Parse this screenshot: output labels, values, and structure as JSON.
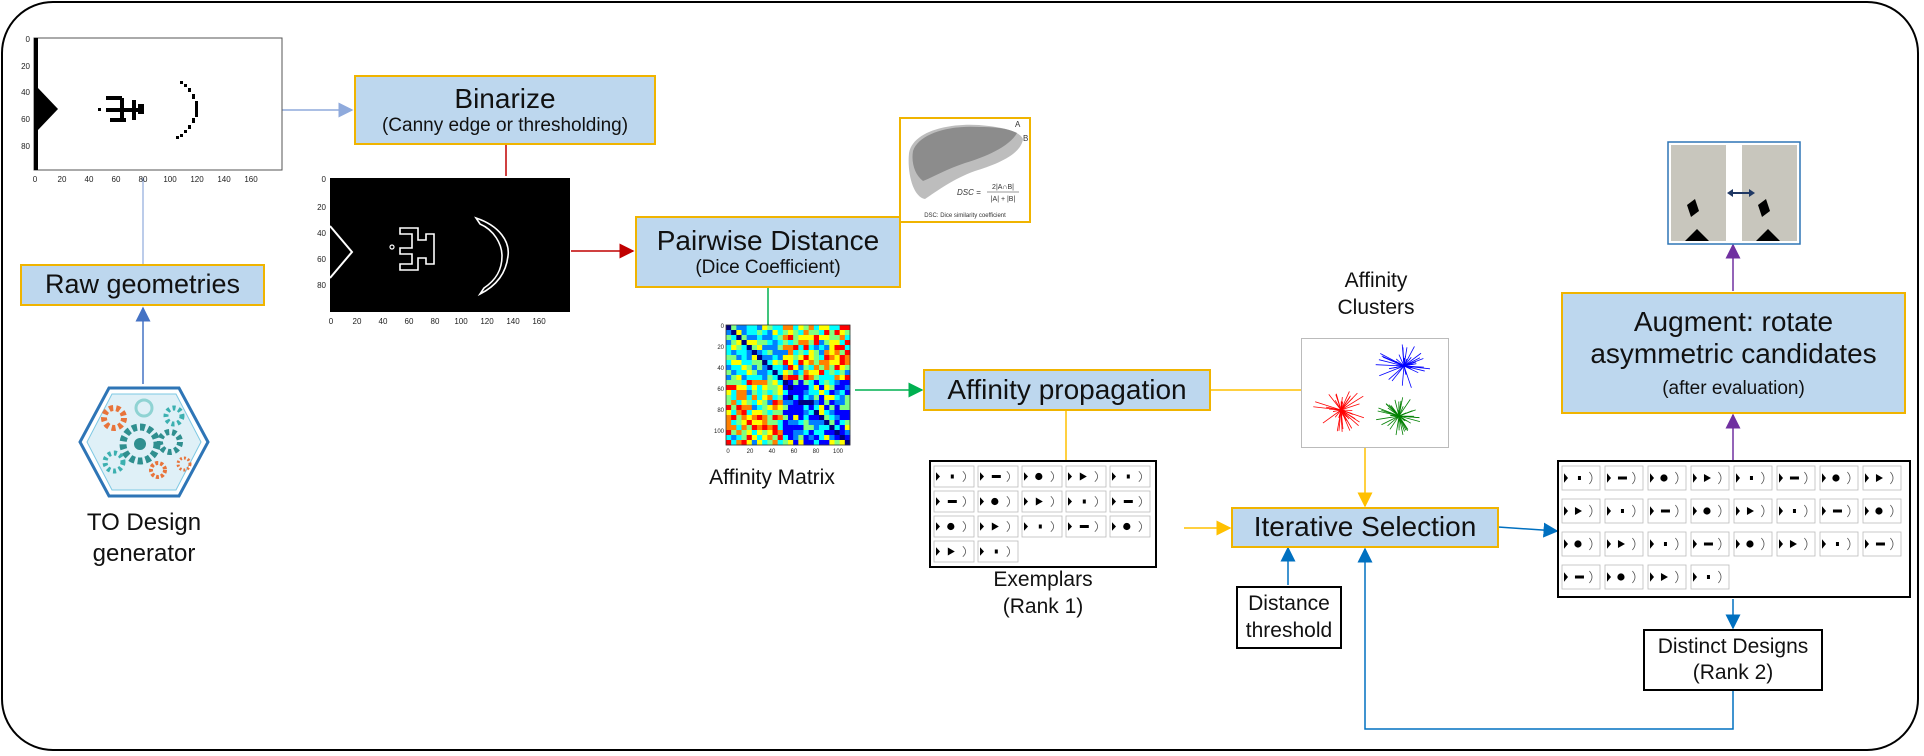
{
  "nodes": {
    "raw": {
      "label": "Raw geometries"
    },
    "binarize": {
      "title": "Binarize",
      "subtitle": "(Canny edge or thresholding)"
    },
    "pairwise": {
      "title": "Pairwise Distance",
      "subtitle": "(Dice Coefficient)"
    },
    "affinity_prop": {
      "label": "Affinity propagation"
    },
    "iterative": {
      "label": "Iterative Selection"
    },
    "augment": {
      "line1": "Augment: rotate",
      "line2": "asymmetric candidates",
      "line3": "(after evaluation)"
    },
    "distance_threshold": {
      "line1": "Distance",
      "line2": "threshold"
    },
    "distinct_designs": {
      "line1": "Distinct Designs",
      "line2": "(Rank 2)"
    }
  },
  "captions": {
    "to_design_1": "TO Design",
    "to_design_2": "generator",
    "affinity_matrix": "Affinity Matrix",
    "affinity_clusters_1": "Affinity",
    "affinity_clusters_2": "Clusters",
    "exemplars_1": "Exemplars",
    "exemplars_2": "(Rank 1)"
  },
  "plots": {
    "raw_plot": {
      "y_ticks": [
        "0",
        "20",
        "40",
        "60",
        "80"
      ],
      "x_ticks": [
        "0",
        "20",
        "40",
        "60",
        "80",
        "100",
        "120",
        "140",
        "160"
      ]
    },
    "binary_plot": {
      "y_ticks": [
        "0",
        "20",
        "40",
        "60",
        "80"
      ],
      "x_ticks": [
        "0",
        "20",
        "40",
        "60",
        "80",
        "100",
        "120",
        "140",
        "160"
      ]
    },
    "matrix_plot": {
      "y_ticks": [
        "0",
        "20",
        "40",
        "60",
        "80",
        "100"
      ],
      "x_ticks": [
        "0",
        "20",
        "40",
        "60",
        "80",
        "100"
      ]
    }
  },
  "dice_inset": {
    "label_a": "A",
    "label_b": "B",
    "formula_lhs": "DSC =",
    "formula_num": "2|A∩B|",
    "formula_den": "|A| + |B|",
    "caption": "DSC: Dice similarity coefficient"
  },
  "colors": {
    "box_fill": "#bdd7ee",
    "box_border": "#f0b400",
    "arrow_blue": "#4472c4",
    "arrow_light_blue": "#8faadc",
    "arrow_red": "#c00000",
    "arrow_green": "#00b050",
    "arrow_orange": "#ffc000",
    "arrow_purple": "#7030a0",
    "arrow_mid_blue": "#0070c0"
  }
}
